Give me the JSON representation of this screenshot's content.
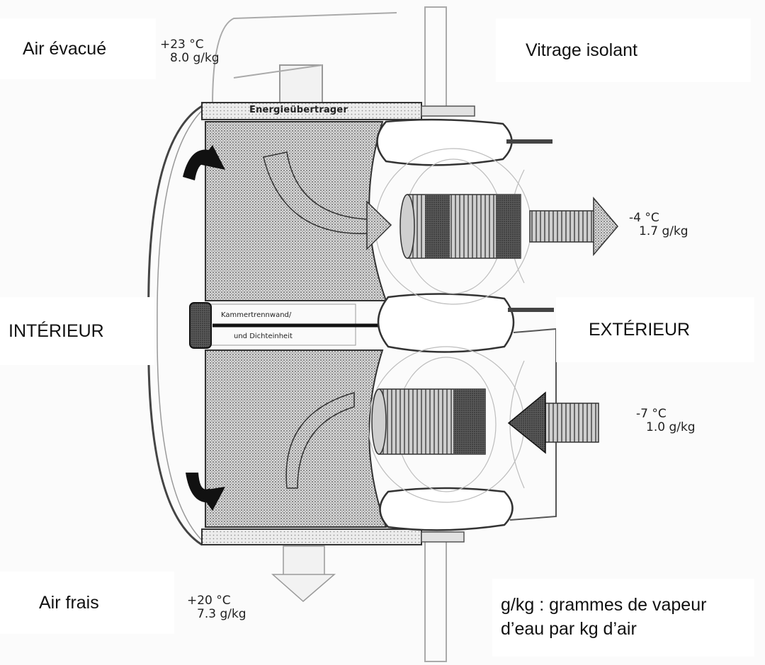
{
  "labels": {
    "air_evacue": "Air évacué",
    "vitrage_isolant": "Vitrage isolant",
    "interieur": "INTÉRIEUR",
    "exterieur": "EXTÉRIEUR",
    "air_frais": "Air frais",
    "legend_line1": "g/kg : grammes de vapeur",
    "legend_line2": "d’eau par kg d’air"
  },
  "readings": {
    "exhaust": {
      "temp": "+23 °C",
      "humidity": "8.0 g/kg"
    },
    "outlet": {
      "temp": "-4 °C",
      "humidity": "1.7 g/kg"
    },
    "intake": {
      "temp": "-7 °C",
      "humidity": "1.0 g/kg"
    },
    "supply": {
      "temp": "+20 °C",
      "humidity": "7.3 g/kg"
    }
  },
  "diagram_labels": {
    "energy_transfer": "Energieübertrager",
    "chamber_wall_1": "Kammertrennwand/",
    "chamber_wall_2": "und Dichteinheit"
  }
}
